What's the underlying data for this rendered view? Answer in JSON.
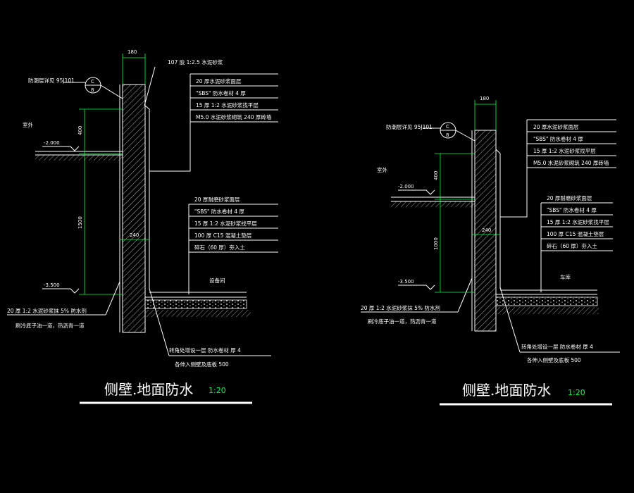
{
  "colors": {
    "background": "#000000",
    "line": "#ffffff",
    "dimension": "#00ff40",
    "hatch": "#ffffff"
  },
  "details": [
    {
      "id": "left",
      "wall_width": "180",
      "top_note": "107 胶 1:2.5 水泥砂浆",
      "damp_label": "防潮层详见  95J101",
      "circle_top": "C",
      "circle_bottom": "8",
      "outdoor": "室外",
      "level_outdoor": "-2.000",
      "level_floor": "-3.500",
      "dim_upper": "400",
      "dim_lower": "1500",
      "dim_240": "240",
      "wall_layers": [
        "20 厚水泥砂浆面层",
        "\"SBS\" 防水卷材 4 厚",
        "15 厚 1:2 水泥砂浆找平层",
        "M5.0 水泥砂浆砌筑 240 厚砖墙"
      ],
      "floor_layers": [
        "20 厚耐磨砂浆面层",
        "\"SBS\" 防水卷材 4 厚",
        "15 厚 1:2 水泥砂浆找平层",
        "100 厚 C15 混凝土垫层",
        "碎石（60 厚）夯入土"
      ],
      "room": "设备间",
      "plaster_note_1": "20 厚 1:2 水泥砂浆抹   5% 防水剂",
      "plaster_note_2": "刷冷底子油一道，热沥青一道",
      "corner_note": "转角处增设一层   防水卷材 厚         4",
      "extend_note": "各伸入侧壁及底板          500",
      "title": "侧壁.地面防水",
      "scale": "1:20"
    },
    {
      "id": "right",
      "wall_width": "180",
      "damp_label": "防潮层详见  95J101",
      "circle_top": "C",
      "circle_bottom": "8",
      "outdoor": "室外",
      "level_outdoor": "-2.000",
      "level_floor": "-3.500",
      "dim_upper": "400",
      "dim_lower": "1000",
      "dim_240": "240",
      "wall_layers": [
        "20 厚水泥砂浆面层",
        "\"SBS\" 防水卷材 4 厚",
        "15 厚 1:2 水泥砂浆找平层",
        "M5.0 水泥砂浆砌筑 240 厚砖墙"
      ],
      "floor_layers": [
        "20 厚耐磨砂浆面层",
        "\"SBS\" 防水卷材 4 厚",
        "15 厚 1:2 水泥砂浆找平层",
        "100 厚 C15 混凝土垫层",
        "碎石（60 厚）夯入土"
      ],
      "room": "车库",
      "plaster_note_1": "20 厚 1:2 水泥砂浆抹   5% 防水剂",
      "plaster_note_2": "刷冷底子油一道，热沥青一道",
      "corner_note": "转角处增设一层   防水卷材 厚         4",
      "extend_note": "各伸入侧壁及底板          500",
      "title": "侧壁.地面防水",
      "scale": "1:20"
    }
  ]
}
